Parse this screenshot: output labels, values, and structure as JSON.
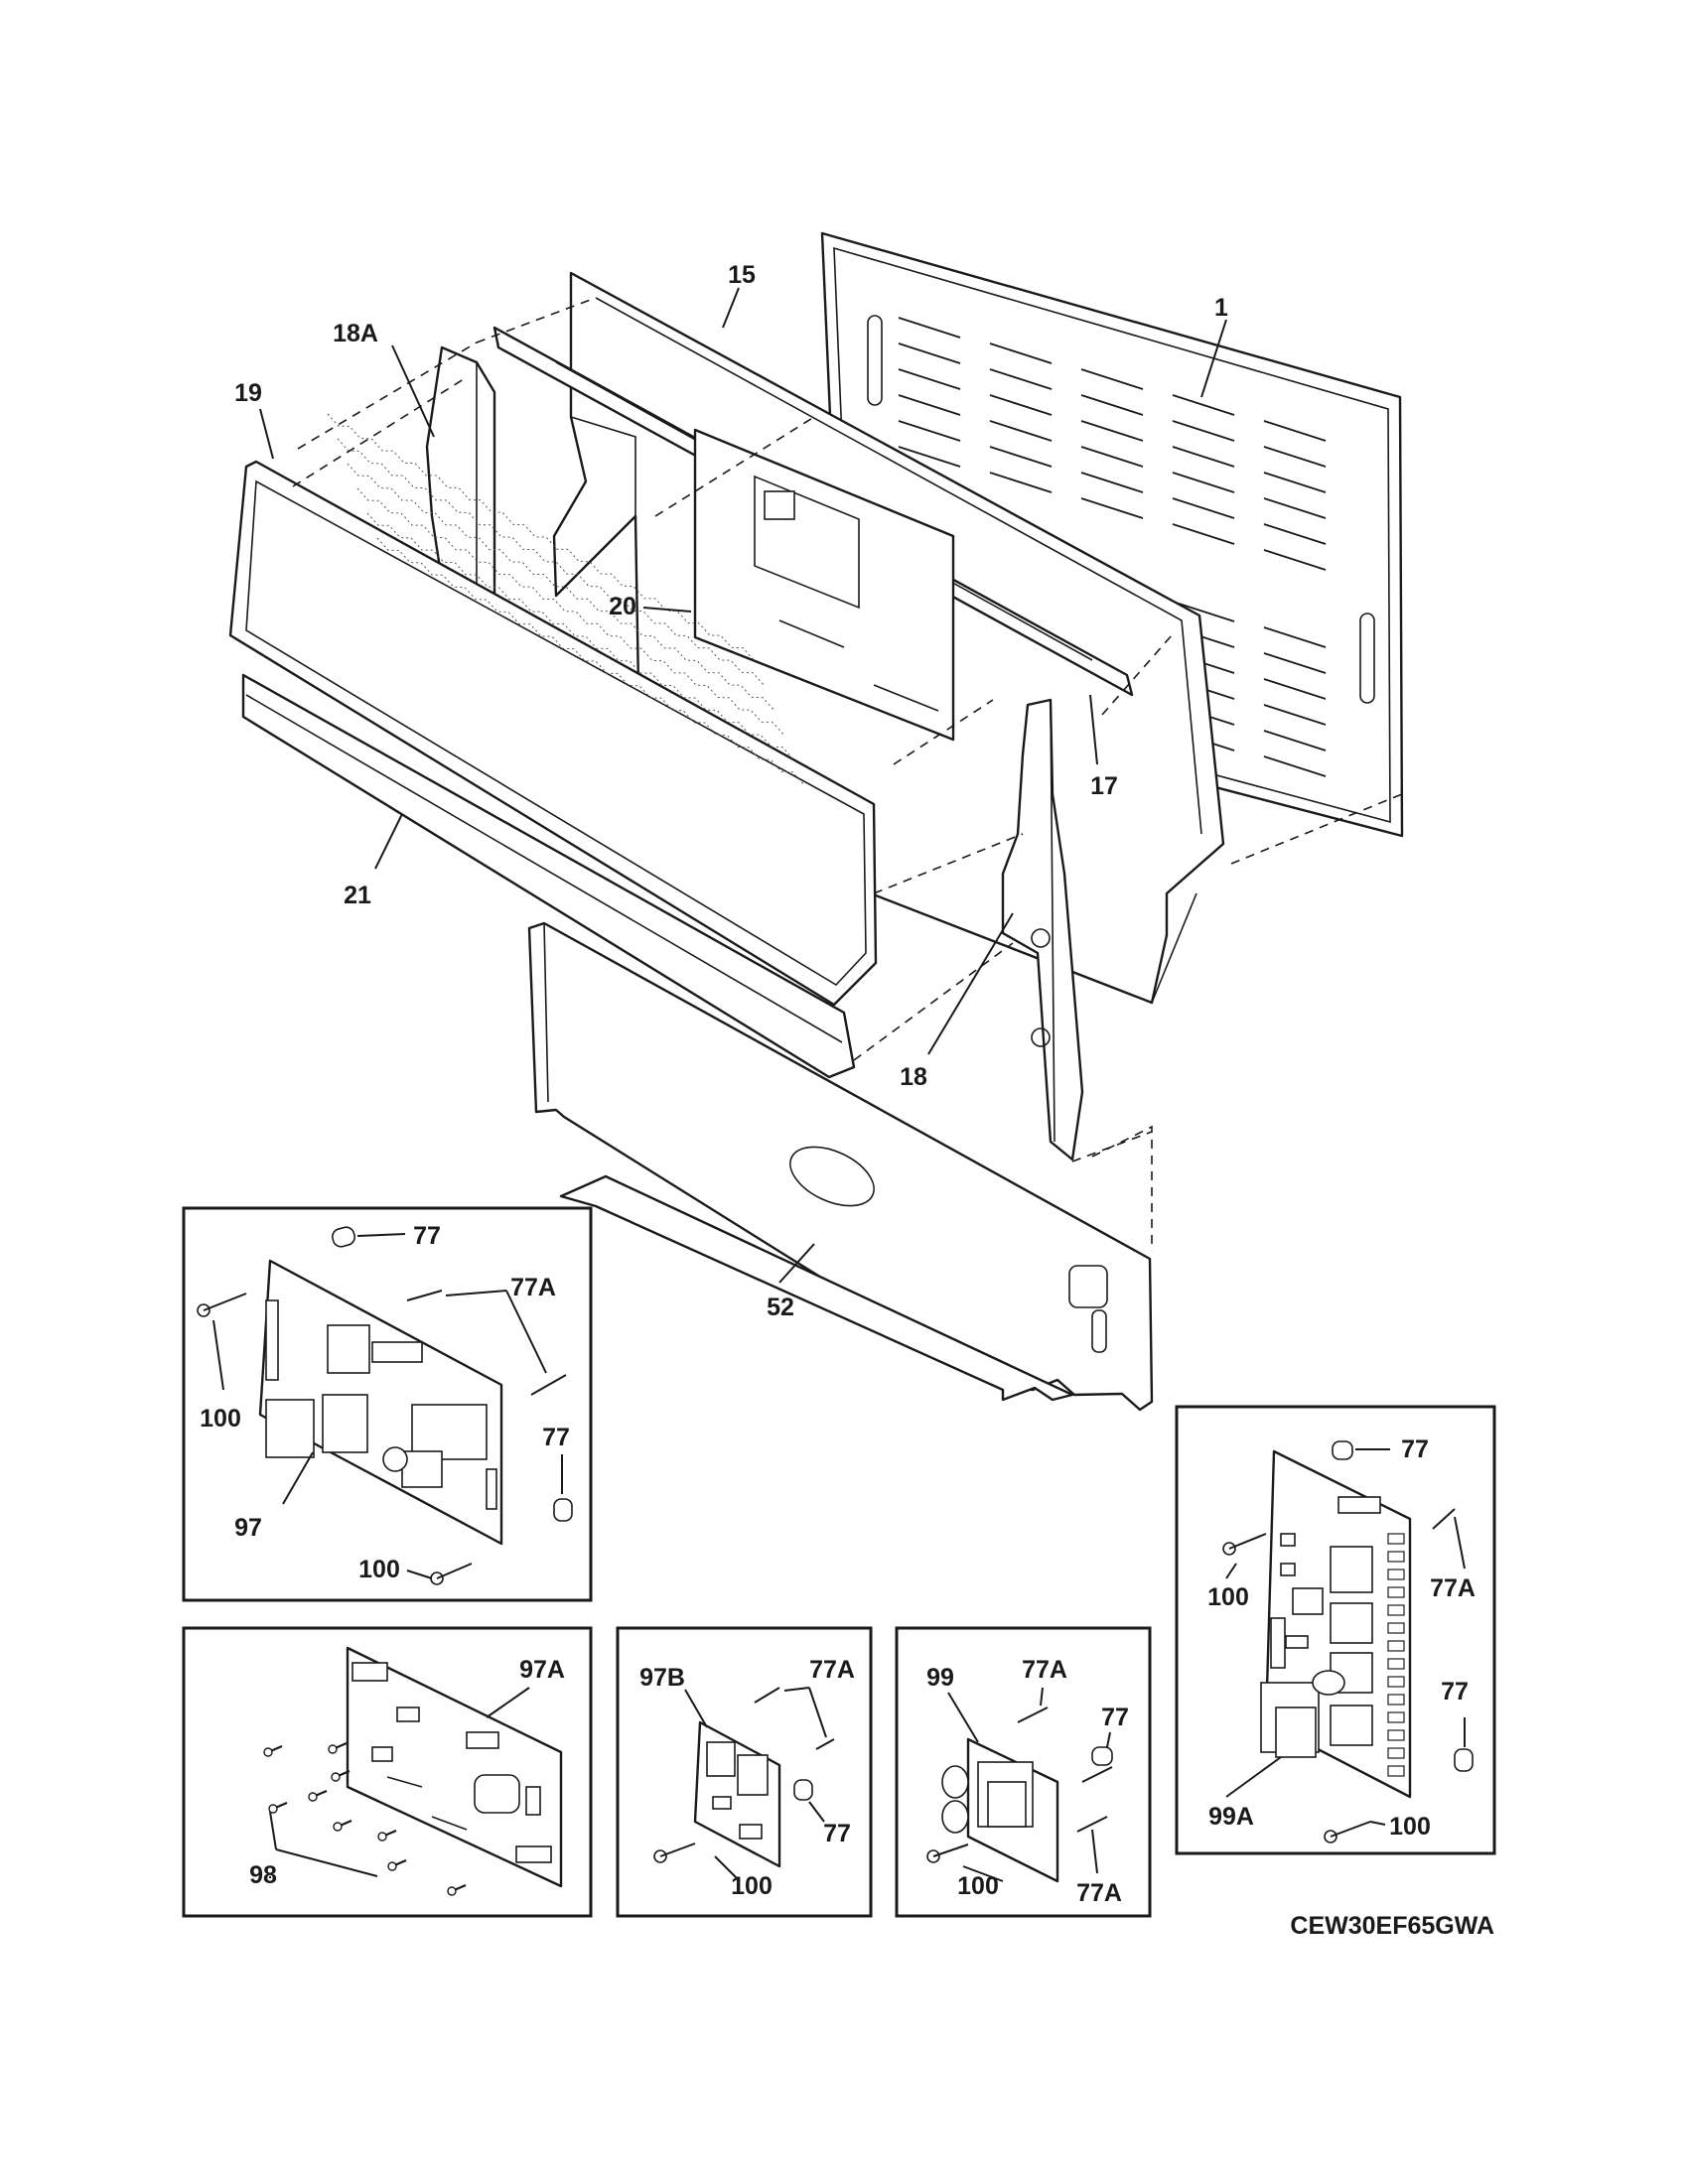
{
  "diagram": {
    "model_code": "CEW30EF65GWA",
    "callouts": {
      "p1": "1",
      "p15": "15",
      "p17": "17",
      "p18": "18",
      "p18a": "18A",
      "p19": "19",
      "p20": "20",
      "p21": "21",
      "p52": "52",
      "p77": "77",
      "p77a": "77A",
      "p97": "97",
      "p97a": "97A",
      "p97b": "97B",
      "p98": "98",
      "p99": "99",
      "p99a": "99A",
      "p100": "100"
    }
  }
}
